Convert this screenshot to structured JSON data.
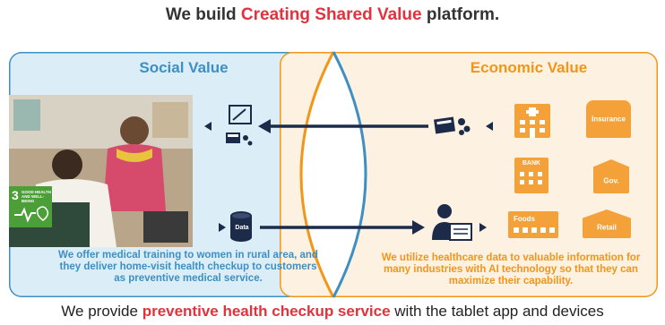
{
  "title": {
    "prefix": "We build ",
    "highlight": "Creating Shared Value",
    "suffix": " platform."
  },
  "social": {
    "heading": "Social Value",
    "description": "We offer medical training to women in rural area, and they deliver home-visit health checkup to customers as preventive medical service.",
    "sdg_badge": {
      "number": "3",
      "text": "GOOD HEALTH AND WELL-BEING"
    }
  },
  "economic": {
    "heading": "Economic Value",
    "description": "We utilize healthcare data to valuable information for many industries with AI technology so that they can maximize their capability.",
    "buildings": {
      "insurance": "Insurance",
      "bank": "BANK",
      "gov": "Gov.",
      "foods": "Foods",
      "retail": "Retail"
    }
  },
  "data_icon_label": "Data",
  "bottom": {
    "prefix": "We provide ",
    "highlight": "preventive health checkup service",
    "suffix": " with the tablet app and devices"
  },
  "colors": {
    "social": "#3d8fc4",
    "economic": "#f29618",
    "highlight": "#e0333d",
    "arrow": "#1c2b4a"
  }
}
